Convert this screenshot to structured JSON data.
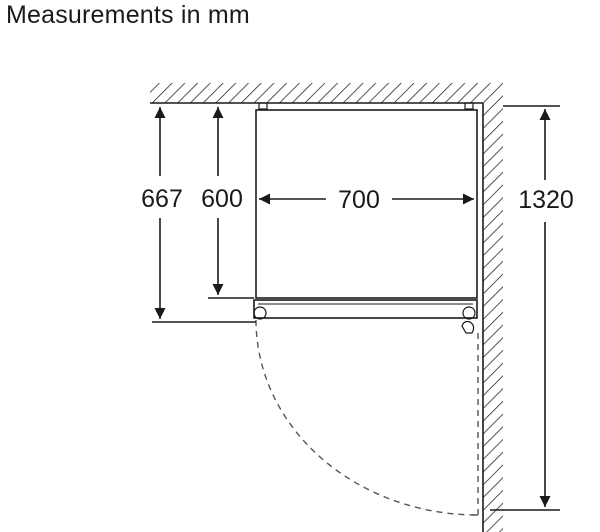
{
  "title": "Measurements in mm",
  "dimensions": {
    "depth_with_door": "667",
    "depth_body": "600",
    "width": "700",
    "door_open_clearance": "1320"
  },
  "colors": {
    "line": "#1a1a1a",
    "hatch": "#2a2a2a",
    "dashed": "#555555"
  }
}
